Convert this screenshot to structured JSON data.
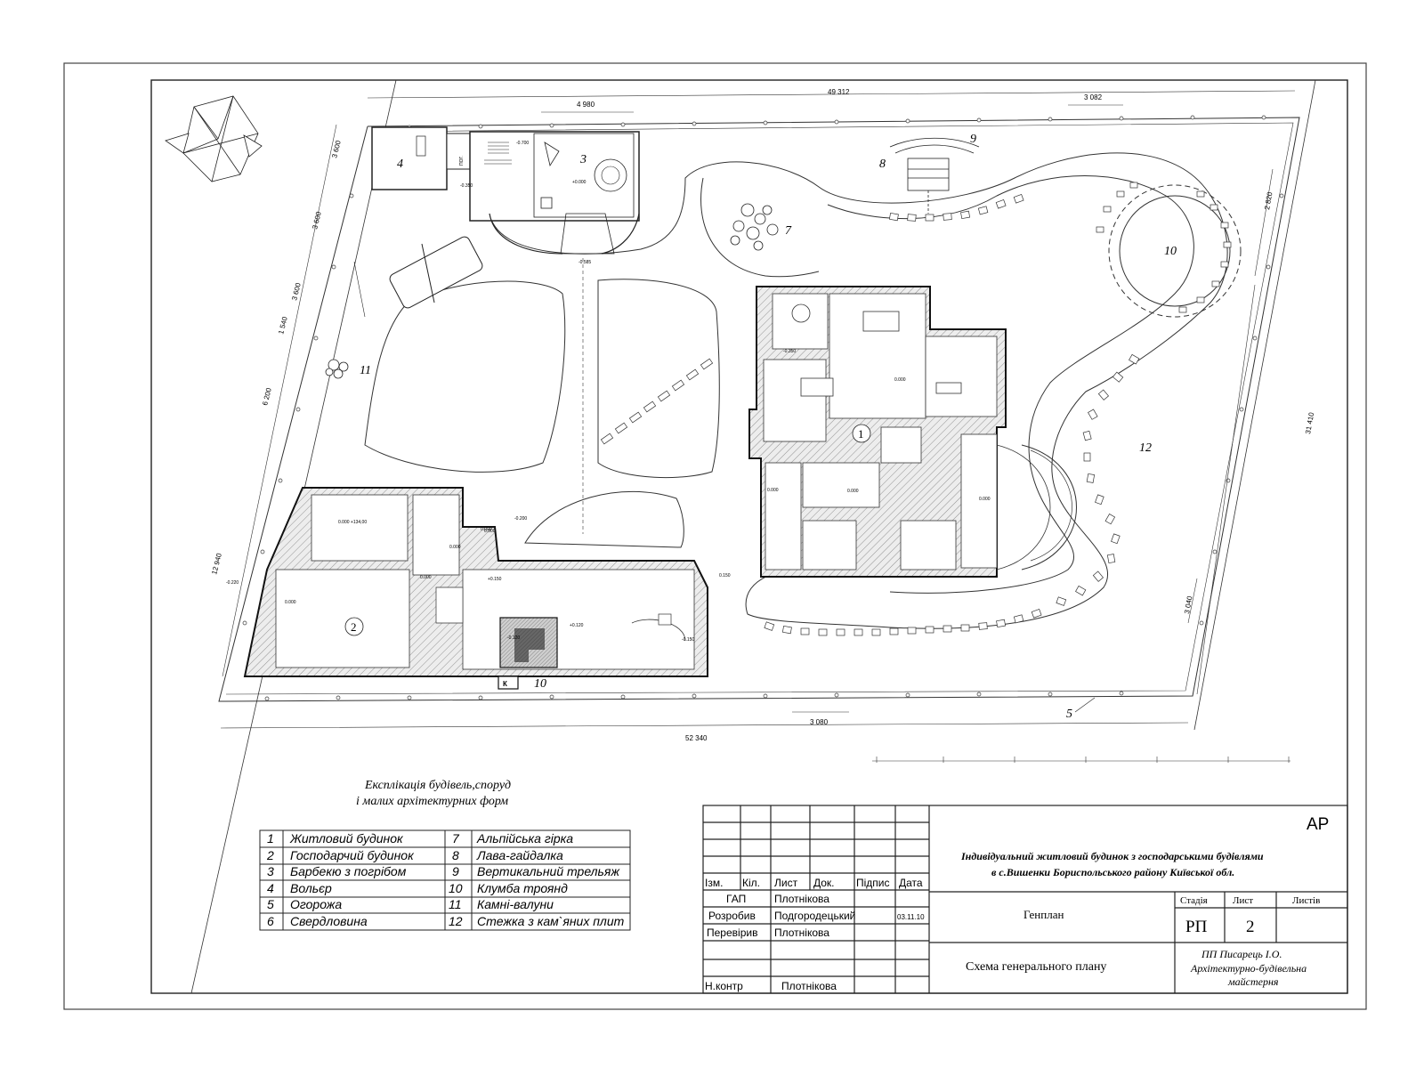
{
  "plan": {
    "dimensions": {
      "top_total": "49 312",
      "top_barbecue": "4 980",
      "top_right": "3 082",
      "left_1": "3 600",
      "left_2": "3 600",
      "left_3": "3 600",
      "left_4": "1 540",
      "left_5": "6 200",
      "left_6": "12 940",
      "right_1": "2 820",
      "right_2": "31 410",
      "right_3": "3 040",
      "bottom_small": "3 080",
      "bottom_total": "52 340"
    },
    "levels": {
      "l_bbq_stairs": "-0.700",
      "l_bbq_cellar": "-0.350",
      "l_bbq_floor": "+0.000",
      "l_bbq_step": "-0.585",
      "l_terrace": "-0.350",
      "l_living": "0.000",
      "l_hall": "0.000",
      "l_left_room": "0.000",
      "l_right_room": "0.000",
      "l_path_mid": "-0.200",
      "l_aux_top": "0.000 +134,00",
      "l_aux_left": "0.000",
      "l_aux_mid": "0.000",
      "l_aux_tech": "0.000",
      "l_aux_a": "0.000",
      "l_aux_b": "+0.150",
      "l_aux_c": "-0.120",
      "l_aux_d": "+0.120",
      "l_aux_e": "-0.150",
      "l_aux_ext": "0.150",
      "l_aux_west": "-0.220",
      "l_aux_stair": "0.500"
    },
    "stair_label": "ПОГ.",
    "well_label": "К",
    "numbers": {
      "n1": "1",
      "n2": "2",
      "n3": "3",
      "n4": "4",
      "n5": "5",
      "n6": "10",
      "n7": "7",
      "n8": "8",
      "n9": "9",
      "n10": "10",
      "n11": "11",
      "n12": "12"
    }
  },
  "explication": {
    "title_line1": "Експлікація будівель,споруд",
    "title_line2": "і малих архітектурних форм",
    "rows": [
      {
        "n1": "1",
        "name1": "Житловий будинок",
        "n2": "7",
        "name2": "Альпійська гірка"
      },
      {
        "n1": "2",
        "name1": "Господарчий будинок",
        "n2": "8",
        "name2": "Лава-гайдалка"
      },
      {
        "n1": "3",
        "name1": "Барбекю з погрібом",
        "n2": "9",
        "name2": "Вертикальний трельяж"
      },
      {
        "n1": "4",
        "name1": "Вольєр",
        "n2": "10",
        "name2": "Клумба троянд"
      },
      {
        "n1": "5",
        "name1": "Огорожа",
        "n2": "11",
        "name2": "Камні-валуни"
      },
      {
        "n1": "6",
        "name1": "Свердловина",
        "n2": "12",
        "name2": "Стежка з кам`яних плит"
      }
    ]
  },
  "title_block": {
    "code": "АР",
    "project_line1": "Індивідуальний житловий будинок з господарськими будівлями",
    "project_line2": "в с.Вишенки Бориспольського району Київської обл.",
    "headers": {
      "izm": "Ізм.",
      "kil": "Кіл.",
      "lyst": "Лист",
      "dok": "Док.",
      "pidpys": "Підпис",
      "data": "Дата"
    },
    "staff": [
      {
        "role": "ГАП",
        "name": "Плотнікова",
        "date": ""
      },
      {
        "role": "Розробив",
        "name": "Подгородецький",
        "date": "03.11.10"
      },
      {
        "role": "Перевірив",
        "name": "Плотнікова",
        "date": ""
      },
      {
        "role": "Н.контр",
        "name": "Плотнікова",
        "date": ""
      }
    ],
    "sheet_name": "Генплан",
    "drawing_name": "Схема генерального плану",
    "stage_header": "Стадія",
    "sheet_header": "Лист",
    "sheets_header": "Листів",
    "stage": "РП",
    "sheet": "2",
    "sheets": "",
    "company_line1": "ПП Писарець І.О.",
    "company_line2": "Архітектурно-будівельна",
    "company_line3": "майстерня"
  }
}
